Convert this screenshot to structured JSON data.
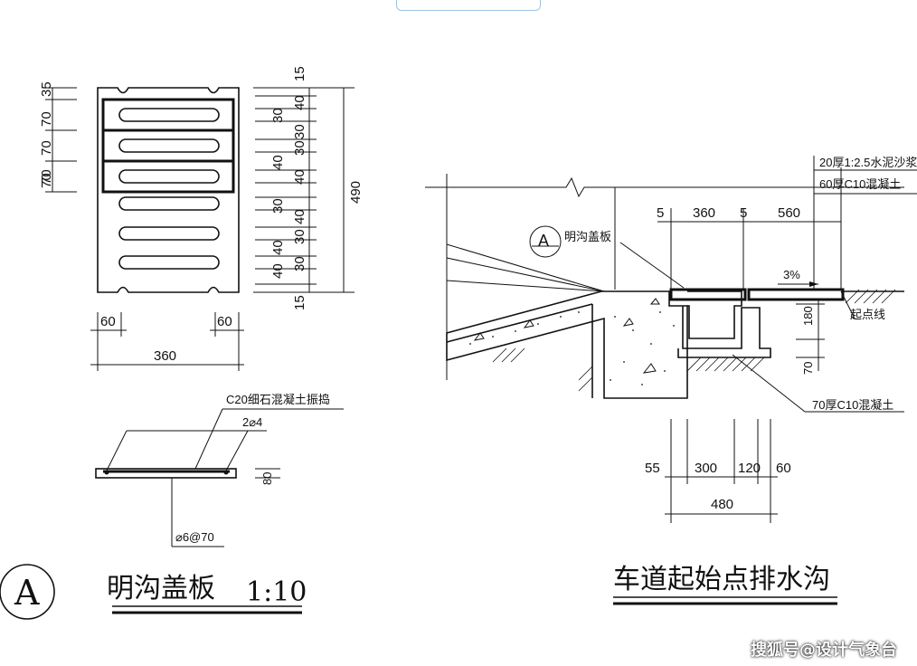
{
  "cover_plan": {
    "left_dims": [
      "70",
      "35",
      "70",
      "70",
      "70"
    ],
    "right_dims": [
      "15",
      "40",
      "30",
      "30",
      "40",
      "30",
      "40",
      "30",
      "40",
      "30",
      "40",
      "30",
      "40",
      "15"
    ],
    "total_height": "490",
    "bottom_dims": [
      "60",
      "60"
    ],
    "total_width": "360"
  },
  "cover_section": {
    "concrete_note": "C20细石混凝土振捣",
    "rebar_main": "2⌀4",
    "rebar_dist": "⌀6@70",
    "thickness": "80"
  },
  "trench_section": {
    "layer_note_1": "20厚1:2.5水泥沙浆",
    "layer_note_2": "60厚C10混凝土",
    "top_dims": [
      "5",
      "360",
      "5",
      "560"
    ],
    "callout_letter": "A",
    "callout_label": "明沟盖板",
    "slope": "3%",
    "depth_1": "180",
    "depth_2": "70",
    "start_line": "起点线",
    "base_note": "70厚C10混凝土",
    "bottom_dims": [
      "55",
      "300",
      "120",
      "60"
    ],
    "bottom_total": "480"
  },
  "titles": {
    "left_letter": "A",
    "left_title": "明沟盖板",
    "left_scale": "1:10",
    "right_title": "车道起始点排水沟"
  },
  "watermark": "搜狐号@设计气象台"
}
